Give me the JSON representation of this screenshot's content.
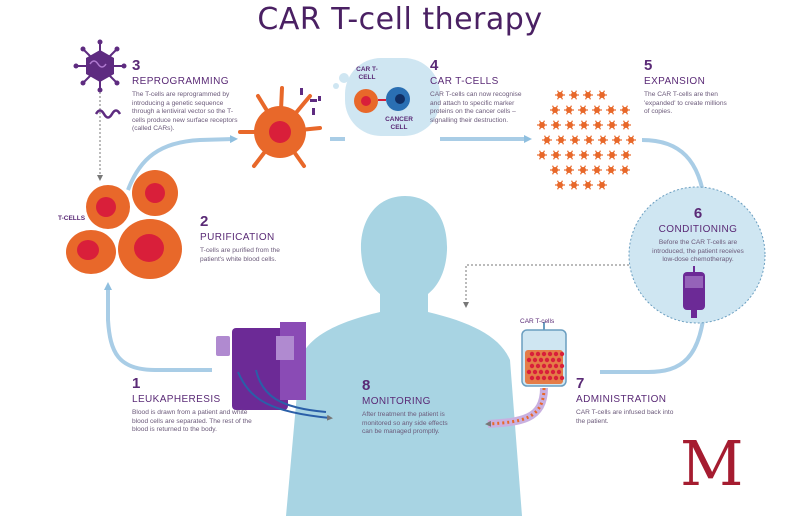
{
  "title": "CAR T-cell therapy",
  "steps": [
    {
      "num": "1",
      "heading": "LEUKAPHERESIS",
      "body": "Blood is drawn from a patient and white blood cells are separated. The rest of the blood is returned to the body."
    },
    {
      "num": "2",
      "heading": "PURIFICATION",
      "body": "T-cells are purified from the patient's white blood cells."
    },
    {
      "num": "3",
      "heading": "REPROGRAMMING",
      "body": "The T-cells are reprogrammed by introducing a genetic sequence through a lentiviral vector so the T-cells produce new surface receptors (called CARs)."
    },
    {
      "num": "4",
      "heading": "CAR T-CELLS",
      "body": "CAR T-cells can now recognise and attach to specific marker proteins on the cancer cells – signalling their destruction."
    },
    {
      "num": "5",
      "heading": "EXPANSION",
      "body": "The CAR T-cells are then 'expanded' to create millions of copies."
    },
    {
      "num": "6",
      "heading": "CONDITIONING",
      "body": "Before the CAR T-cells are introduced, the patient receives low-dose chemotherapy."
    },
    {
      "num": "7",
      "heading": "ADMINISTRATION",
      "body": "CAR T-cells are infused back into the patient."
    },
    {
      "num": "8",
      "heading": "MONITORING",
      "body": "After treatment the patient is monitored so any side effects can be managed promptly."
    }
  ],
  "labels": {
    "t_cells": "T-CELLS",
    "car_t_cell": "CAR T-CELL",
    "cancer_cell": "CANCER CELL",
    "car_t_cells_bag": "CAR T-cells"
  },
  "logo": "M",
  "colors": {
    "title": "#4a2063",
    "heading": "#5a2a76",
    "arrow": "#9cc4e0",
    "body_silhouette": "#a8d4e3",
    "cell_orange": "#e8682a",
    "cell_red": "#d91f3a",
    "virus_purple": "#5e2b80",
    "machine_purple": "#6c2a96",
    "logo": "#a51c30"
  }
}
